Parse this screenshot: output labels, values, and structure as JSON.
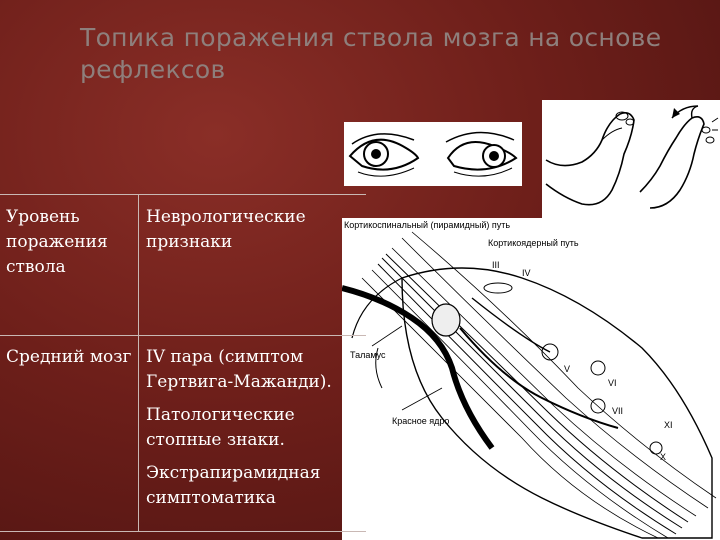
{
  "slide": {
    "title": "Топика поражения ствола мозга на основе рефлексов"
  },
  "table": {
    "header": {
      "level": "Уровень поражения ствола",
      "signs": "Неврологические признаки"
    },
    "row": {
      "level": "Средний мозг",
      "signs_1": "IV пара (симптом Гертвига-Мажанди).",
      "signs_2": "Патологические стопные знаки.",
      "signs_3": "Экстрапирамидная симптоматика"
    }
  },
  "diagram": {
    "label_corticospinal": "Кортикоспинальный (пирамидный) путь",
    "label_corticonuclear": "Кортикоядерный путь",
    "label_thalamus": "Таламус",
    "label_red_nucleus": "Красное ядро",
    "nerve_III": "III",
    "nerve_IV": "IV",
    "nerve_V": "V",
    "nerve_VI": "VI",
    "nerve_VII": "VII",
    "nerve_XI": "XI",
    "nerve_X": "X"
  }
}
